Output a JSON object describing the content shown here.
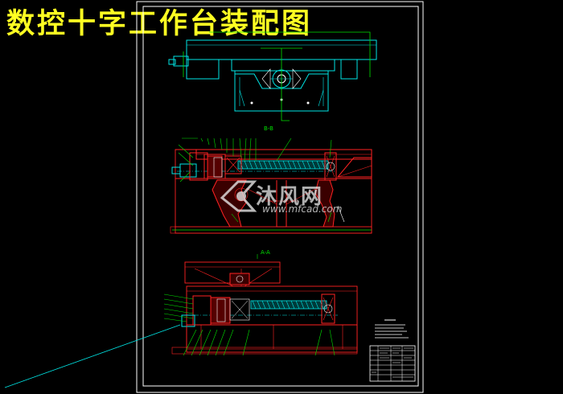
{
  "title": "数控十字工作台装配图",
  "views": {
    "middle_label": "B-B",
    "bottom_label": "A-A"
  },
  "watermark": {
    "site_name": "沐风网",
    "url": "www.mfcad.com"
  },
  "colors": {
    "background": "#000000",
    "title": "#ffff22",
    "frame": "#ffffff",
    "cyan": "#00e5e5",
    "red": "#e00000",
    "green": "#00e000",
    "magenta": "#ff33ff"
  }
}
